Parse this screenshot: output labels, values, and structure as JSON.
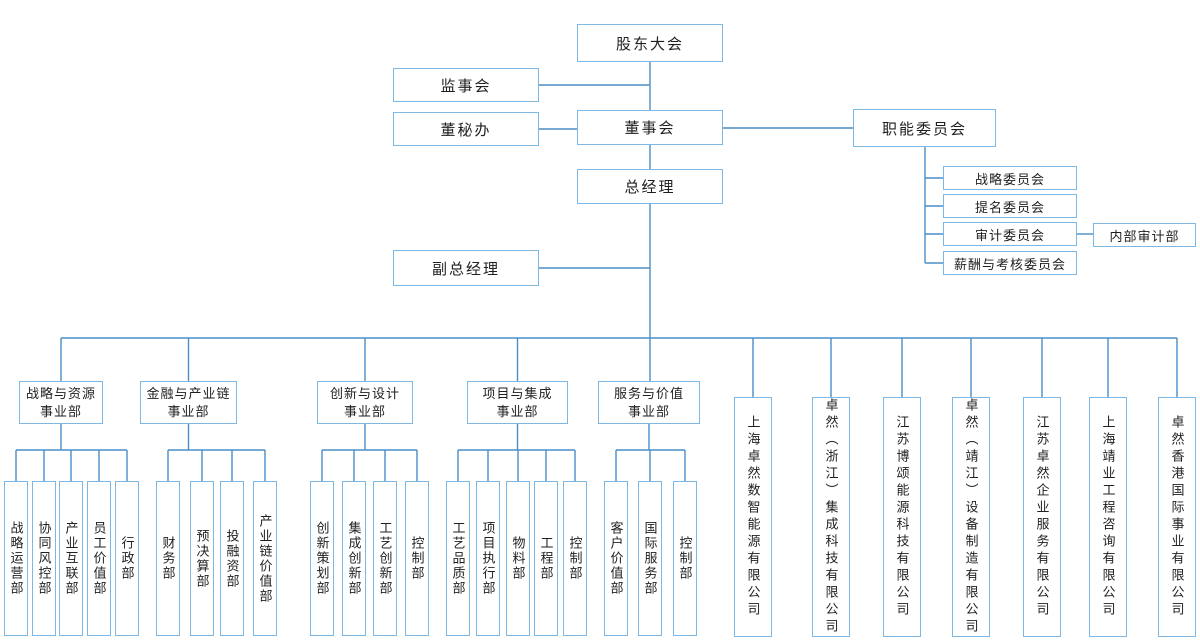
{
  "nodes": {
    "shareholders_meeting": "股东大会",
    "supervisory_board": "监事会",
    "board_secretary_office": "董秘办",
    "board_of_directors": "董事会",
    "functional_committee": "职能委员会",
    "general_manager": "总经理",
    "deputy_general_manager": "副总经理",
    "internal_audit_department": "内部审计部"
  },
  "committees": [
    "战略委员会",
    "提名委员会",
    "审计委员会",
    "薪酬与考核委员会"
  ],
  "divisions": [
    {
      "label_line1": "战略与资源",
      "label_line2": "事业部",
      "departments": [
        "战略运营部",
        "协同风控部",
        "产业互联部",
        "员工价值部",
        "行政部"
      ]
    },
    {
      "label_line1": "金融与产业链",
      "label_line2": "事业部",
      "departments": [
        "财务部",
        "预决算部",
        "投融资部",
        "产业链价值部"
      ]
    },
    {
      "label_line1": "创新与设计",
      "label_line2": "事业部",
      "departments": [
        "创新策划部",
        "集成创新部",
        "工艺创新部",
        "控制部"
      ]
    },
    {
      "label_line1": "项目与集成",
      "label_line2": "事业部",
      "departments": [
        "工艺品质部",
        "项目执行部",
        "物料部",
        "工程部",
        "控制部"
      ]
    },
    {
      "label_line1": "服务与价值",
      "label_line2": "事业部",
      "departments": [
        "客户价值部",
        "国际服务部",
        "控制部"
      ]
    }
  ],
  "subsidiaries": [
    "上海卓然数智能源有限公司",
    "卓然（浙江）集成科技有限公司",
    "江苏博颂能源科技有限公司",
    "卓然（靖江）设备制造有限公司",
    "江苏卓然企业服务有限公司",
    "上海靖业工程咨询有限公司",
    "卓然香港国际事业有限公司"
  ],
  "colors": {
    "box_border": "#7db7e3",
    "connector": "#4a8fc8",
    "text": "#1f1f1f"
  }
}
